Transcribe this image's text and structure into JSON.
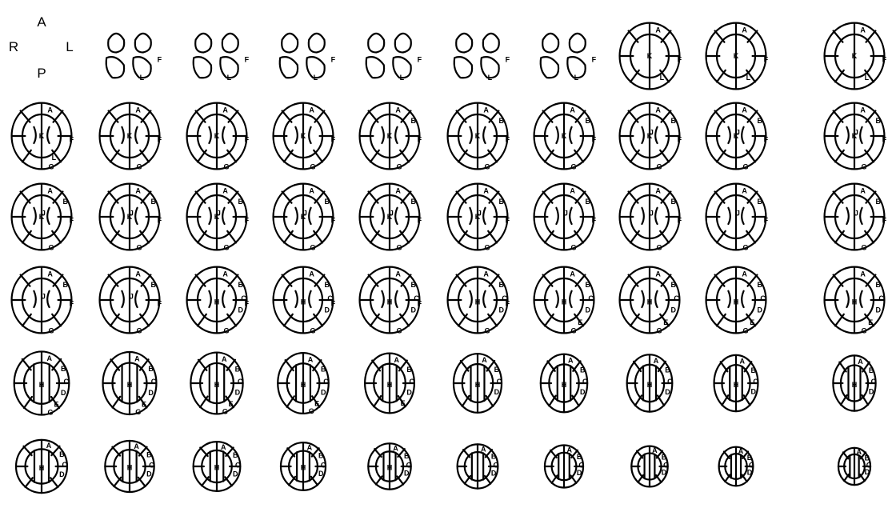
{
  "orientation": {
    "anterior": "A",
    "posterior": "P",
    "right": "R",
    "left": "L"
  },
  "atlas": {
    "rows": 6,
    "columns": 10,
    "slice_count": 59,
    "line_color": "#000000",
    "background": "#ffffff",
    "slices": [
      [
        "F",
        "L"
      ],
      [
        "F",
        "L"
      ],
      [
        "F",
        "L"
      ],
      [
        "F",
        "L"
      ],
      [
        "F",
        "L"
      ],
      [
        "F",
        "L"
      ],
      [
        "A",
        "F",
        "K",
        "L"
      ],
      [
        "A",
        "F",
        "K",
        "L"
      ],
      [
        "A",
        "F",
        "K",
        "L"
      ],
      [
        "A",
        "F",
        "K",
        "L",
        "G"
      ],
      [
        "A",
        "F",
        "K",
        "G"
      ],
      [
        "A",
        "F",
        "K",
        "G"
      ],
      [
        "A",
        "F",
        "K",
        "G"
      ],
      [
        "A",
        "B",
        "K",
        "F",
        "G"
      ],
      [
        "A",
        "B",
        "K",
        "F",
        "G"
      ],
      [
        "A",
        "B",
        "K",
        "F",
        "G"
      ],
      [
        "A",
        "B",
        "J",
        "K",
        "F",
        "G"
      ],
      [
        "A",
        "B",
        "J",
        "K",
        "F",
        "G"
      ],
      [
        "A",
        "B",
        "J",
        "K",
        "F",
        "G"
      ],
      [
        "A",
        "B",
        "J",
        "K",
        "F",
        "G"
      ],
      [
        "A",
        "B",
        "J",
        "K",
        "F",
        "G"
      ],
      [
        "A",
        "B",
        "J",
        "K",
        "F",
        "G"
      ],
      [
        "A",
        "B",
        "J",
        "K",
        "F",
        "G"
      ],
      [
        "A",
        "B",
        "J",
        "K",
        "F",
        "G"
      ],
      [
        "A",
        "B",
        "J",
        "K",
        "F",
        "G"
      ],
      [
        "A",
        "B",
        "J",
        "F",
        "G"
      ],
      [
        "A",
        "B",
        "J",
        "F",
        "G"
      ],
      [
        "A",
        "B",
        "J",
        "F",
        "G"
      ],
      [
        "A",
        "B",
        "J",
        "F",
        "G"
      ],
      [
        "A",
        "B",
        "J",
        "F",
        "G"
      ],
      [
        "A",
        "B",
        "J",
        "F",
        "G"
      ],
      [
        "A",
        "B",
        "C",
        "D",
        "H",
        "F",
        "G"
      ],
      [
        "A",
        "B",
        "C",
        "D",
        "H",
        "F",
        "G"
      ],
      [
        "A",
        "B",
        "C",
        "D",
        "H",
        "F",
        "G"
      ],
      [
        "A",
        "B",
        "C",
        "D",
        "H",
        "F",
        "G"
      ],
      [
        "A",
        "B",
        "C",
        "D",
        "H",
        "E",
        "G"
      ],
      [
        "A",
        "B",
        "C",
        "D",
        "H",
        "E",
        "G"
      ],
      [
        "A",
        "B",
        "C",
        "D",
        "H",
        "E",
        "G"
      ],
      [
        "A",
        "B",
        "C",
        "D",
        "H",
        "E",
        "G"
      ],
      [
        "A",
        "B",
        "C",
        "D",
        "H",
        "E",
        "G"
      ],
      [
        "A",
        "B",
        "C",
        "D",
        "H",
        "E",
        "G"
      ],
      [
        "A",
        "B",
        "C",
        "D",
        "H",
        "E",
        "G"
      ],
      [
        "A",
        "B",
        "C",
        "D",
        "H",
        "E",
        "G"
      ],
      [
        "A",
        "B",
        "C",
        "D",
        "H",
        "E"
      ],
      [
        "A",
        "B",
        "C",
        "D",
        "H"
      ],
      [
        "A",
        "B",
        "C",
        "D",
        "H"
      ],
      [
        "A",
        "B",
        "C",
        "D",
        "H"
      ],
      [
        "A",
        "B",
        "C",
        "D",
        "H"
      ],
      [
        "A",
        "B",
        "C",
        "D",
        "H"
      ],
      [
        "A",
        "B",
        "C",
        "D",
        "H"
      ],
      [
        "A",
        "B",
        "C",
        "D",
        "H"
      ],
      [
        "A",
        "B",
        "C",
        "D",
        "H"
      ],
      [
        "A",
        "B",
        "C",
        "D",
        "H"
      ],
      [
        "A",
        "B",
        "C",
        "D",
        "H"
      ],
      [
        "A",
        "B",
        "C",
        "D"
      ],
      [
        "A",
        "B",
        "C",
        "D"
      ],
      [
        "A",
        "B",
        "C",
        "D"
      ],
      [
        "A",
        "B",
        "C",
        "D"
      ],
      [
        "A",
        "B",
        "C",
        "D"
      ]
    ]
  }
}
